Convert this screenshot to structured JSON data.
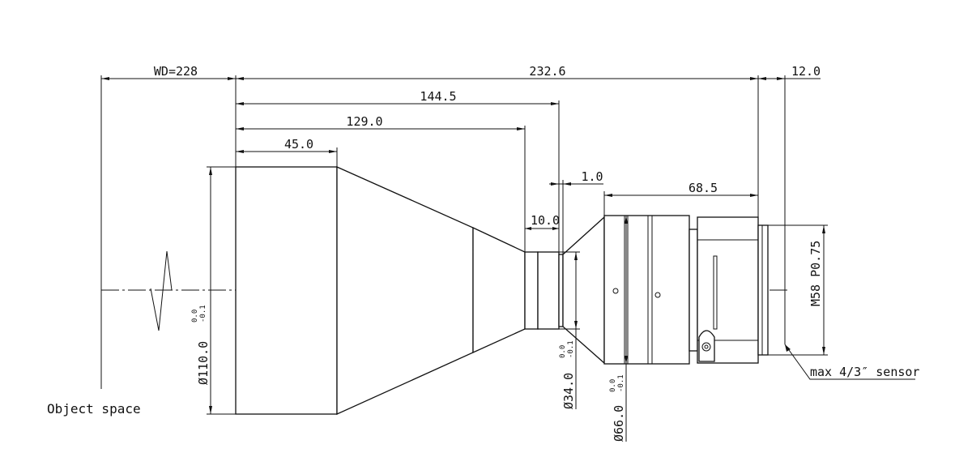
{
  "dimensions": {
    "wd": "WD=228",
    "total_length": "232.6",
    "back_focal": "12.0",
    "len_144": "144.5",
    "len_129": "129.0",
    "len_45": "45.0",
    "len_1": "1.0",
    "len_68": "68.5",
    "len_10": "10.0",
    "thread": "M58 P0.75"
  },
  "diameters": [
    {
      "value": "Ø110.0",
      "tol_upper": "0.0",
      "tol_lower": "-0.1"
    },
    {
      "value": "Ø34.0",
      "tol_upper": "0.0",
      "tol_lower": "-0.1"
    },
    {
      "value": "Ø66.0",
      "tol_upper": "0.0",
      "tol_lower": "-0.1"
    }
  ],
  "labels": {
    "object_space": "Object space",
    "sensor": "max 4/3″ sensor"
  }
}
